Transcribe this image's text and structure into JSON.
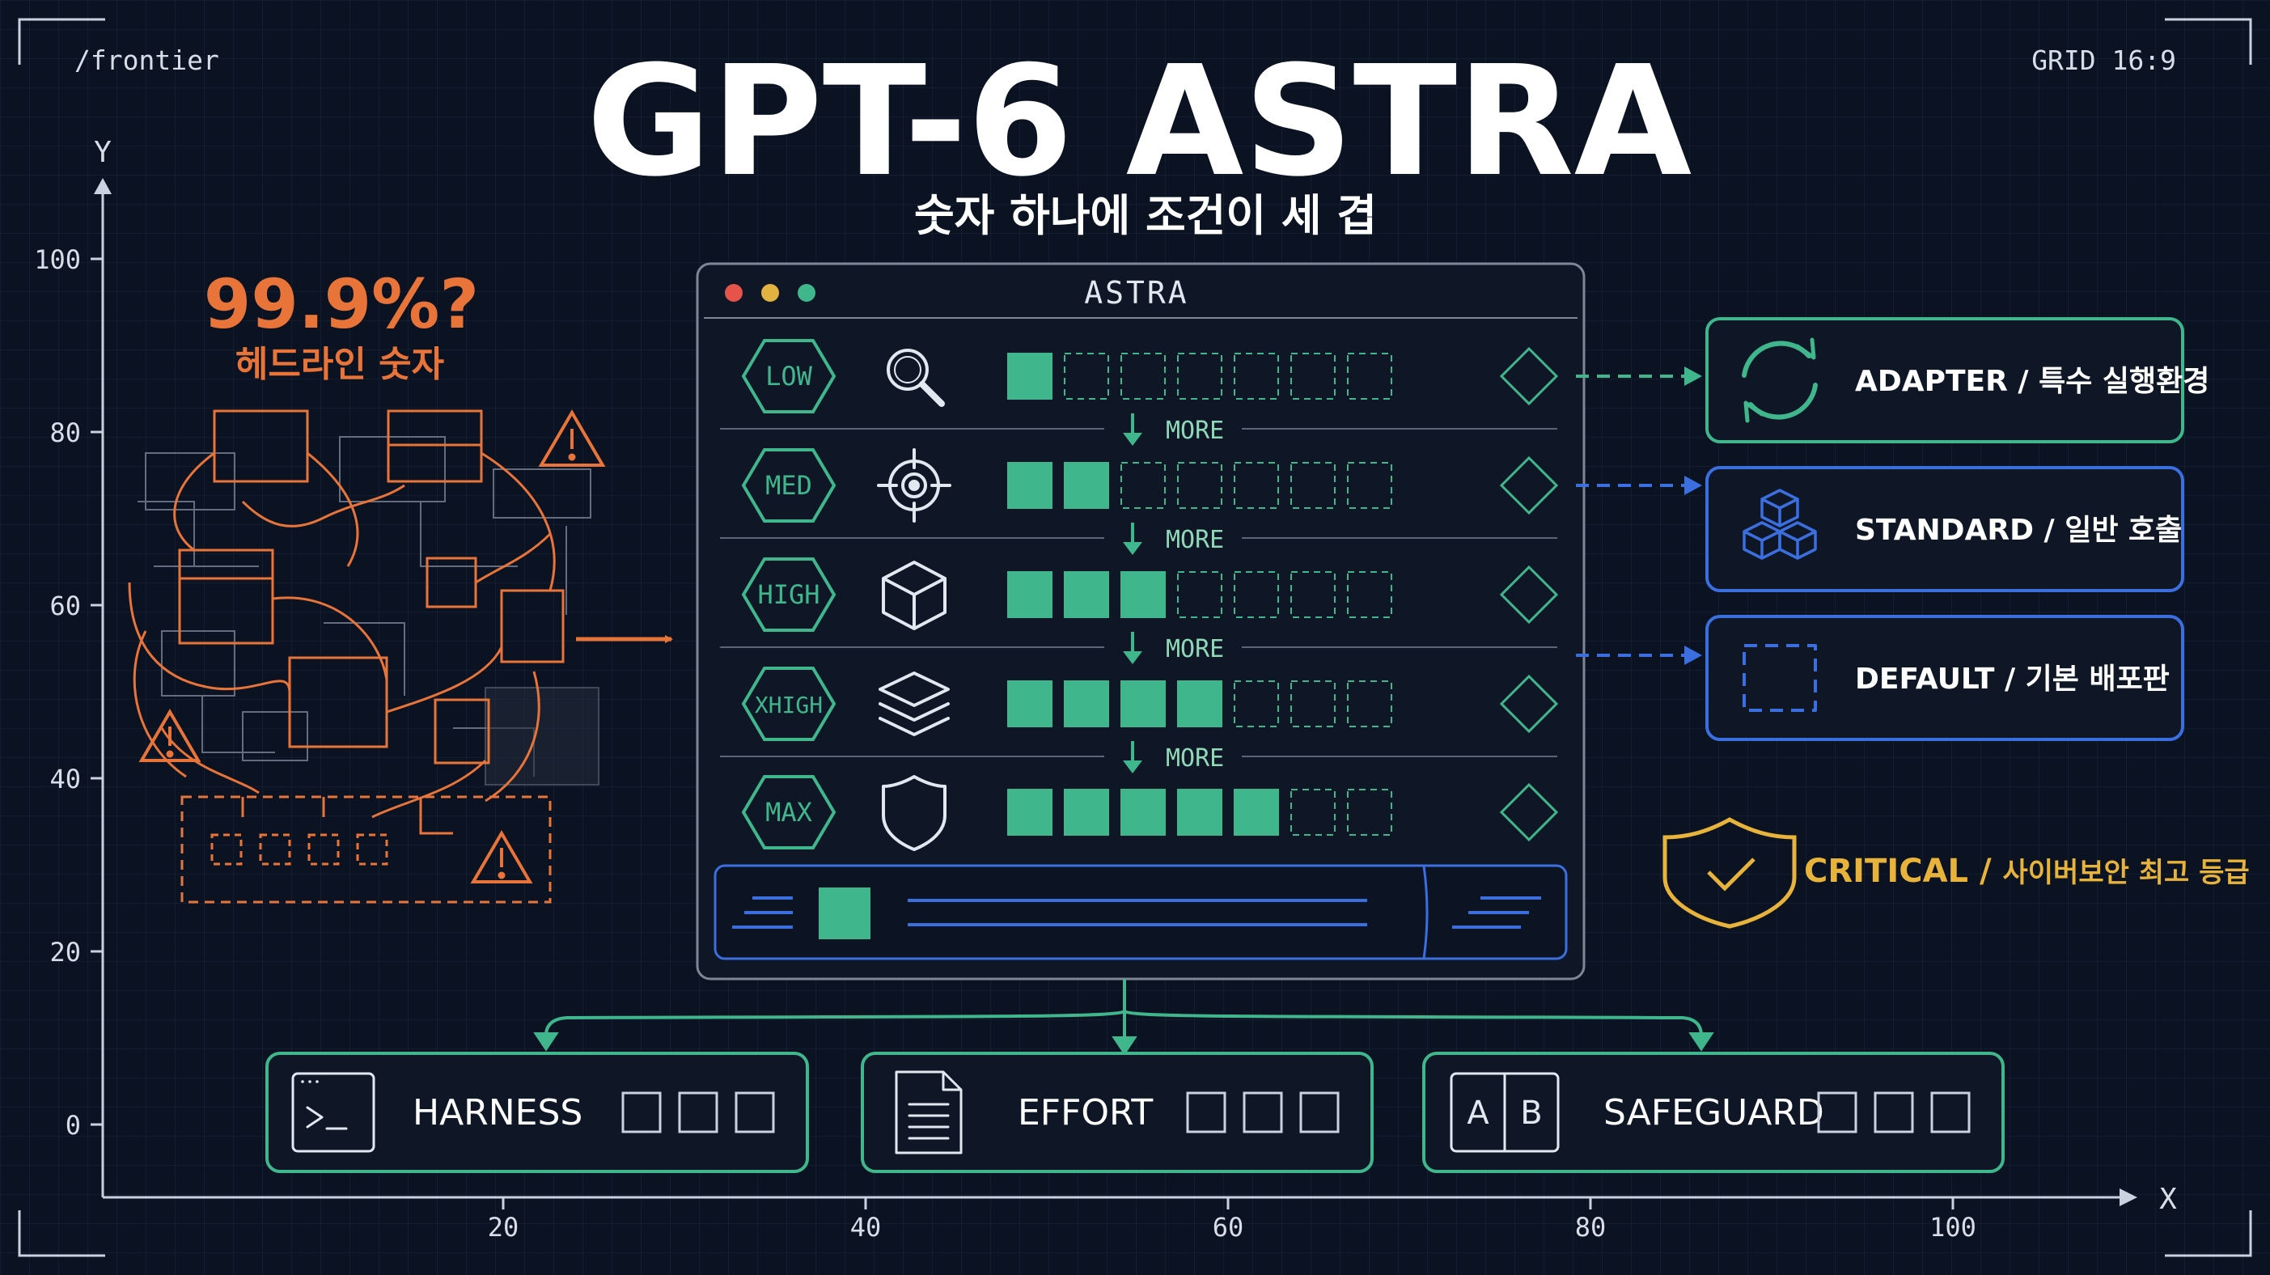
{
  "header": {
    "path_label": "/frontier",
    "grid_label": "GRID 16:9",
    "title": "GPT-6 ASTRA",
    "subtitle": "숫자 하나에 조건이 세 겹"
  },
  "axes": {
    "y_label": "Y",
    "x_label": "X",
    "y_ticks": [
      "100",
      "80",
      "60",
      "40",
      "20",
      "0"
    ],
    "x_ticks": [
      "20",
      "40",
      "60",
      "80",
      "100"
    ]
  },
  "headline": {
    "value": "99.9%?",
    "caption": "헤드라인 숫자"
  },
  "panel": {
    "title": "ASTRA",
    "window_dots": [
      "#e5534b",
      "#e3b341",
      "#3fb68b"
    ],
    "more_label": "MORE",
    "total_segments": 7,
    "rows": [
      {
        "label": "LOW",
        "icon": "magnifier-icon",
        "filled": 1
      },
      {
        "label": "MED",
        "icon": "crosshair-icon",
        "filled": 2
      },
      {
        "label": "HIGH",
        "icon": "cube-icon",
        "filled": 3
      },
      {
        "label": "XHIGH",
        "icon": "layers-icon",
        "filled": 4
      },
      {
        "label": "MAX",
        "icon": "shield-icon",
        "filled": 5
      }
    ]
  },
  "tiers": [
    {
      "label": "ADAPTER / 특수 실행환경",
      "icon": "refresh-cycle-icon",
      "color": "#3fb68b"
    },
    {
      "label": "STANDARD / 일반 호출",
      "icon": "stacked-cubes-icon",
      "color": "#3b6fe0"
    },
    {
      "label": "DEFAULT / 기본 배포판",
      "icon": "dashed-square-icon",
      "color": "#3b6fe0"
    }
  ],
  "critical": {
    "label_en": "CRITICAL",
    "sep": " / ",
    "label_ko": "사이버보안 최고 등급",
    "color": "#e8b33a"
  },
  "bottom": [
    {
      "label": "HARNESS",
      "icon": "terminal-icon"
    },
    {
      "label": "EFFORT",
      "icon": "document-icon"
    },
    {
      "label": "SAFEGUARD",
      "icon": "ab-test-icon",
      "icon_text_a": "A",
      "icon_text_b": "B"
    }
  ],
  "colors": {
    "green": "#3fb68b",
    "blue": "#3b6fe0",
    "orange": "#e8743a",
    "gold": "#e8b33a",
    "panel_bg": "#0f1726"
  }
}
